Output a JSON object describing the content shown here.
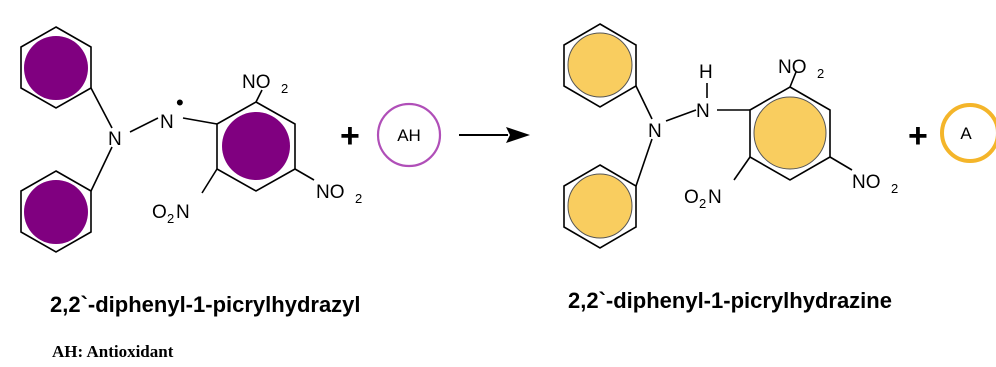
{
  "colors": {
    "radical_fill": "#800080",
    "reduced_fill": "#f9cd5f",
    "antioxidant_ring": "#b04fb8",
    "radical_ring": "#f4b52a",
    "bond": "#000000"
  },
  "reactant": {
    "name": "2,2`-diphenyl-1-picrylhydrazyl",
    "atoms": {
      "n1": "N",
      "n2": "N",
      "radical_dot": "•"
    },
    "groups": {
      "top": "NO",
      "right": "NO",
      "left_o": "O",
      "left_n": "N",
      "sub": "2"
    }
  },
  "reagent": {
    "label": "AH"
  },
  "product": {
    "name": "2,2`-diphenyl-1-picrylhydrazine",
    "atoms": {
      "n1": "N",
      "n2": "N",
      "h": "H"
    },
    "groups": {
      "top": "NO",
      "right": "NO",
      "left_o": "O",
      "left_n": "N",
      "sub": "2"
    }
  },
  "byproduct": {
    "label": "A"
  },
  "operators": {
    "plus": "+"
  },
  "legend": {
    "text": "AH: Antioxidant"
  }
}
